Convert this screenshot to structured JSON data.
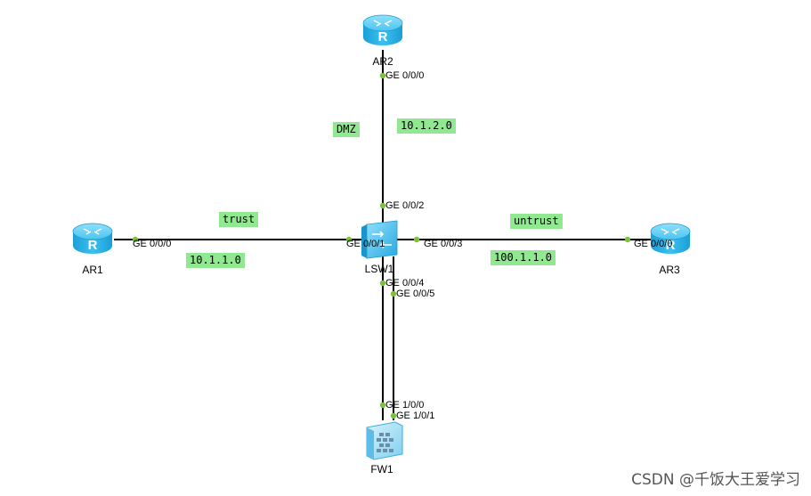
{
  "devices": {
    "ar1": {
      "name": "AR1",
      "type": "router"
    },
    "ar2": {
      "name": "AR2",
      "type": "router"
    },
    "ar3": {
      "name": "AR3",
      "type": "router"
    },
    "lsw1": {
      "name": "LSW1",
      "type": "switch"
    },
    "fw1": {
      "name": "FW1",
      "type": "firewall"
    }
  },
  "ports": {
    "ar1_g000": "GE 0/0/0",
    "lsw_g001": "GE 0/0/1",
    "ar2_g000": "GE 0/0/0",
    "lsw_g002": "GE 0/0/2",
    "lsw_g003": "GE 0/0/3",
    "ar3_g000": "GE 0/0/0",
    "lsw_g004": "GE 0/0/4",
    "lsw_g005": "GE 0/0/5",
    "fw_g100": "GE 1/0/0",
    "fw_g101": "GE 1/0/1"
  },
  "notes": {
    "dmz": "DMZ",
    "dmz_net": "10.1.2.0",
    "trust": "trust",
    "trust_net": "10.1.1.0",
    "untrust": "untrust",
    "untrust_net": "100.1.1.0"
  },
  "colors": {
    "router": "#29b6e8",
    "switch": "#29b6e8",
    "firewall": "#aee0f4",
    "port_dot": "#7cc13a",
    "note_bg": "#90e890",
    "link": "#000000"
  },
  "watermark": "CSDN @千饭大王爱学习"
}
